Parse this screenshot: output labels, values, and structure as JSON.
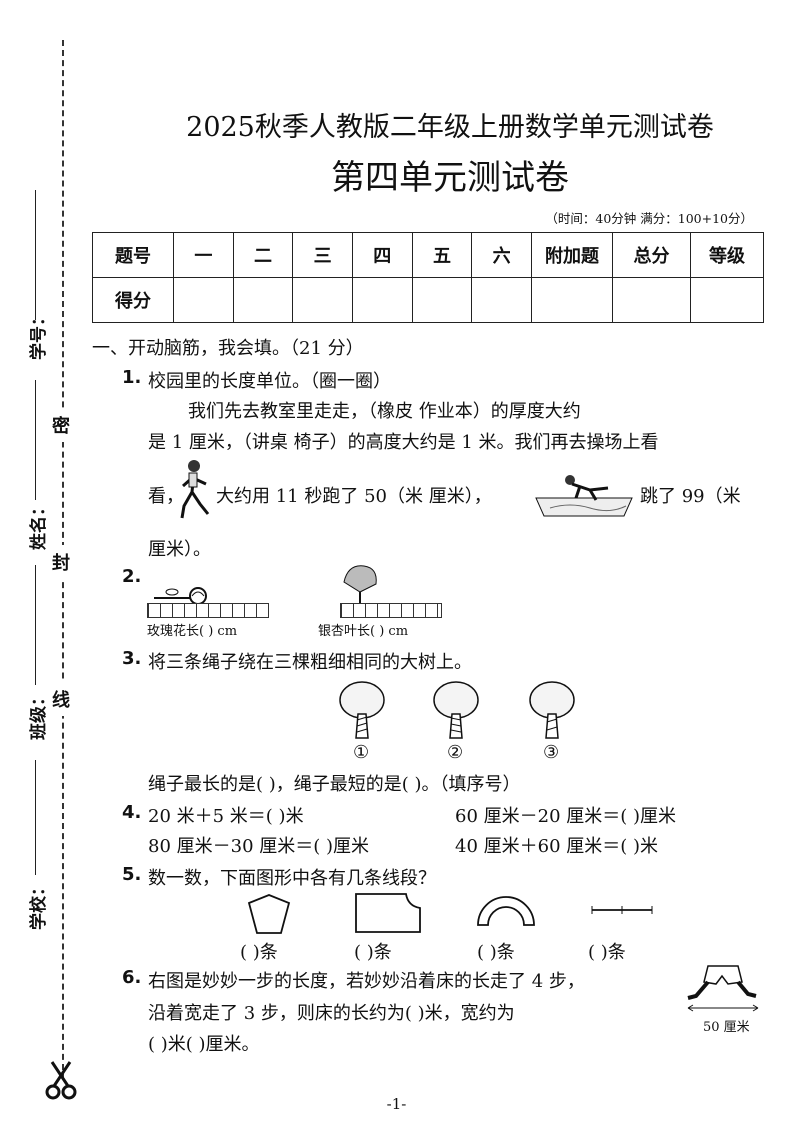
{
  "header": {
    "title": "2025秋季人教版二年级上册数学单元测试卷",
    "subtitle": "第四单元测试卷",
    "time_info": "（时间：40分钟  满分：100+10分）"
  },
  "binding": {
    "student_number": "学号：",
    "name": "姓名：",
    "class": "班级：",
    "school": "学校：",
    "seal_mi": "密",
    "seal_feng": "封",
    "seal_xian": "线"
  },
  "score_table": {
    "headers": [
      "题号",
      "一",
      "二",
      "三",
      "四",
      "五",
      "六",
      "附加题",
      "总分",
      "等级"
    ],
    "row_label": "得分"
  },
  "section1": {
    "heading": "一、开动脑筋，我会填。（21 分）",
    "q1": {
      "num": "1.",
      "title": "校园里的长度单位。（圈一圈）",
      "l1": "我们先去教室里走走，（橡皮   作业本）的厚度大约",
      "l2": "是 1 厘米，（讲桌   椅子）的高度大约是 1 米。我们再去操场上看",
      "l3a": "看，",
      "l3b": "大约用 11 秒跑了 50（米   厘米），",
      "l3c": "跳了 99（米",
      "l4": "厘米）。"
    },
    "q2": {
      "num": "2.",
      "cap1": "玫瑰花长(        ) cm",
      "cap2": "银杏叶长(        ) cm"
    },
    "q3": {
      "num": "3.",
      "text": "将三条绳子绕在三棵粗细相同的大树上。",
      "labels": [
        "①",
        "②",
        "③"
      ],
      "answer": "绳子最长的是(          )，绳子最短的是(          )。（填序号）"
    },
    "q4": {
      "num": "4.",
      "a": "20 米＋5 米＝(       )米",
      "b": "60 厘米－20 厘米＝(       )厘米",
      "c": "80 厘米－30 厘米＝(       )厘米",
      "d": "40 厘米＋60 厘米＝(       )米"
    },
    "q5": {
      "num": "5.",
      "text": "数一数，下面图形中各有几条线段？",
      "answers": [
        "(      )条",
        "(      )条",
        "(      )条",
        "(      )条"
      ]
    },
    "q6": {
      "num": "6.",
      "l1": "右图是妙妙一步的长度，若妙妙沿着床的长走了 4 步，",
      "l2": "沿着宽走了 3 步，则床的长约为(            )米，宽约为",
      "l3": "(          )米(          )厘米。",
      "step_label": "50 厘米"
    }
  },
  "footer": {
    "page": "-1-"
  }
}
